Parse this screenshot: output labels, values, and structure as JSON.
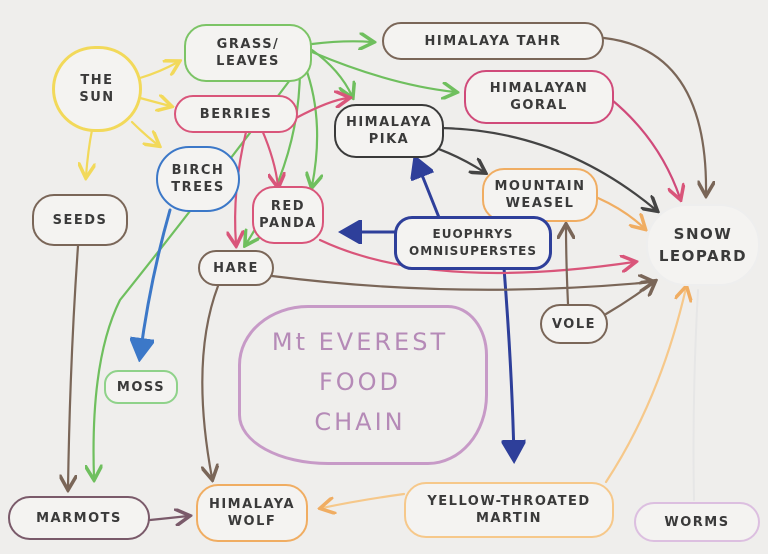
{
  "title": {
    "line1": "Mt EVEREST",
    "line2": "FOOD",
    "line3": "CHAIN"
  },
  "nodes": {
    "sun": {
      "line1": "THE",
      "line2": "SUN",
      "color": "#f2d95a"
    },
    "grass": {
      "line1": "GRASS/",
      "line2": "LEAVES",
      "color": "#7cc466"
    },
    "berries": {
      "line1": "BERRIES",
      "color": "#d9557a"
    },
    "birch": {
      "line1": "BIRCH",
      "line2": "TREES",
      "color": "#3c78c8"
    },
    "seeds": {
      "line1": "SEEDS",
      "color": "#7a6658"
    },
    "tahr": {
      "line1": "HIMALAYA TAHR",
      "color": "#7a6658"
    },
    "goral": {
      "line1": "HIMALAYAN",
      "line2": "GORAL",
      "color": "#d04a7a"
    },
    "pika": {
      "line1": "HIMALAYA",
      "line2": "PIKA",
      "color": "#3a3a3a"
    },
    "weasel": {
      "line1": "MOUNTAIN",
      "line2": "WEASEL",
      "color": "#f0ad62"
    },
    "red_panda": {
      "line1": "RED",
      "line2": "PANDA",
      "color": "#d9557a"
    },
    "euophrys": {
      "line1": "EUOPHRYS",
      "line2": "OMNISUPERSTES",
      "color": "#2e3f9a"
    },
    "snow_leopard": {
      "line1": "SNOW",
      "line2": "LEOPARD",
      "color": "#eeeeee"
    },
    "hare": {
      "line1": "HARE",
      "color": "#7a6658"
    },
    "vole": {
      "line1": "VOLE",
      "color": "#7a6658"
    },
    "moss": {
      "line1": "MOSS",
      "color": "#8fd28a"
    },
    "marmots": {
      "line1": "MARMOTS",
      "color": "#7a5a6a"
    },
    "wolf": {
      "line1": "HIMALAYA",
      "line2": "WOLF",
      "color": "#f0ad62"
    },
    "martin": {
      "line1": "YELLOW-THROATED",
      "line2": "MARTIN",
      "color": "#f6c88a"
    },
    "worms": {
      "line1": "WORMS",
      "color": "#dcbfe0"
    }
  }
}
